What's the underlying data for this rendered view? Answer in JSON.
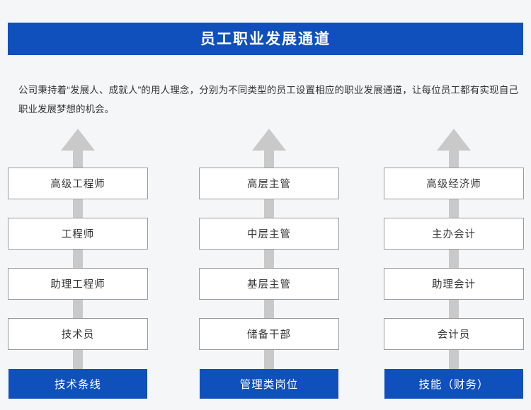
{
  "header": {
    "title": "员工职业发展通道",
    "bar_color": "#1050bd",
    "text_color": "#ffffff"
  },
  "intro": {
    "paragraph": "公司秉持着“发展人、成就人”的用人理念，分别为不同类型的员工设置相应的职业发展通道，让每位员工都有实现自己职业发展梦想的机会。"
  },
  "page": {
    "background_color": "#f5f6f8",
    "arrow_color": "#c9c9c9",
    "box_border_color": "#9b9b9b",
    "box_fill_color": "#ffffff"
  },
  "columns": [
    {
      "name": "技术条线",
      "arrow_icon": "up-arrow-icon",
      "levels": [
        "高级工程师",
        "工程师",
        "助理工程师",
        "技术员"
      ],
      "base_label": "技术条线"
    },
    {
      "name": "管理类岗位",
      "arrow_icon": "up-arrow-icon",
      "levels": [
        "高层主管",
        "中层主管",
        "基层主管",
        "储备干部"
      ],
      "base_label": "管理类岗位"
    },
    {
      "name": "技能（财务）",
      "arrow_icon": "up-arrow-icon",
      "levels": [
        "高级经济师",
        "主办会计",
        "助理会计",
        "会计员"
      ],
      "base_label": "技能（财务）"
    }
  ]
}
